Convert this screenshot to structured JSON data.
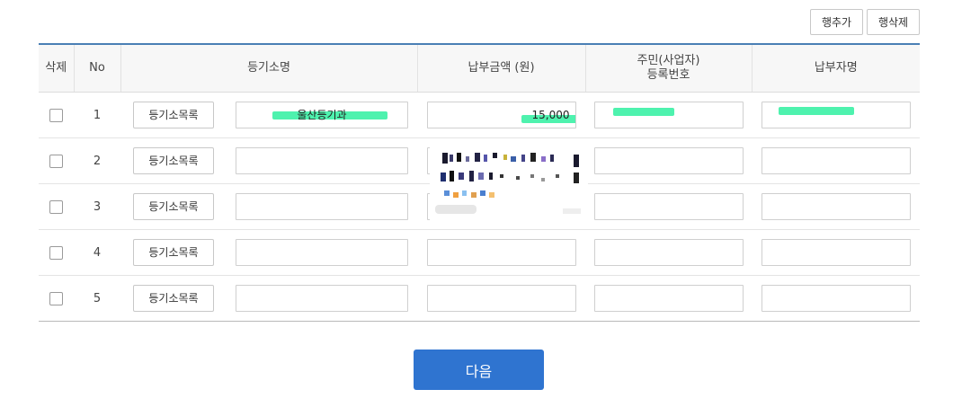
{
  "toolbar": {
    "add_row_label": "행추가",
    "delete_row_label": "행삭제"
  },
  "table": {
    "headers": [
      "삭제",
      "No",
      "등기소명",
      "납부금액 (원)",
      "주민(사업자)\n등록번호",
      "납부자명"
    ],
    "header_regno_line1": "주민(사업자)",
    "header_regno_line2": "등록번호",
    "rows": [
      {
        "no": "1",
        "list_button": "등기소목록",
        "office": "울산등기과",
        "amount": "15,000",
        "regno": "",
        "payer": ""
      },
      {
        "no": "2",
        "list_button": "등기소목록",
        "office": "",
        "amount": "",
        "regno": "",
        "payer": ""
      },
      {
        "no": "3",
        "list_button": "등기소목록",
        "office": "",
        "amount": "",
        "regno": "",
        "payer": ""
      },
      {
        "no": "4",
        "list_button": "등기소목록",
        "office": "",
        "amount": "",
        "regno": "",
        "payer": ""
      },
      {
        "no": "5",
        "list_button": "등기소목록",
        "office": "",
        "amount": "",
        "regno": "",
        "payer": ""
      }
    ]
  },
  "footer": {
    "next_label": "다음"
  },
  "colors": {
    "accent": "#2f74d0",
    "table_top_border": "#4a7fb5",
    "redaction_highlight": "#2ff0a0"
  }
}
